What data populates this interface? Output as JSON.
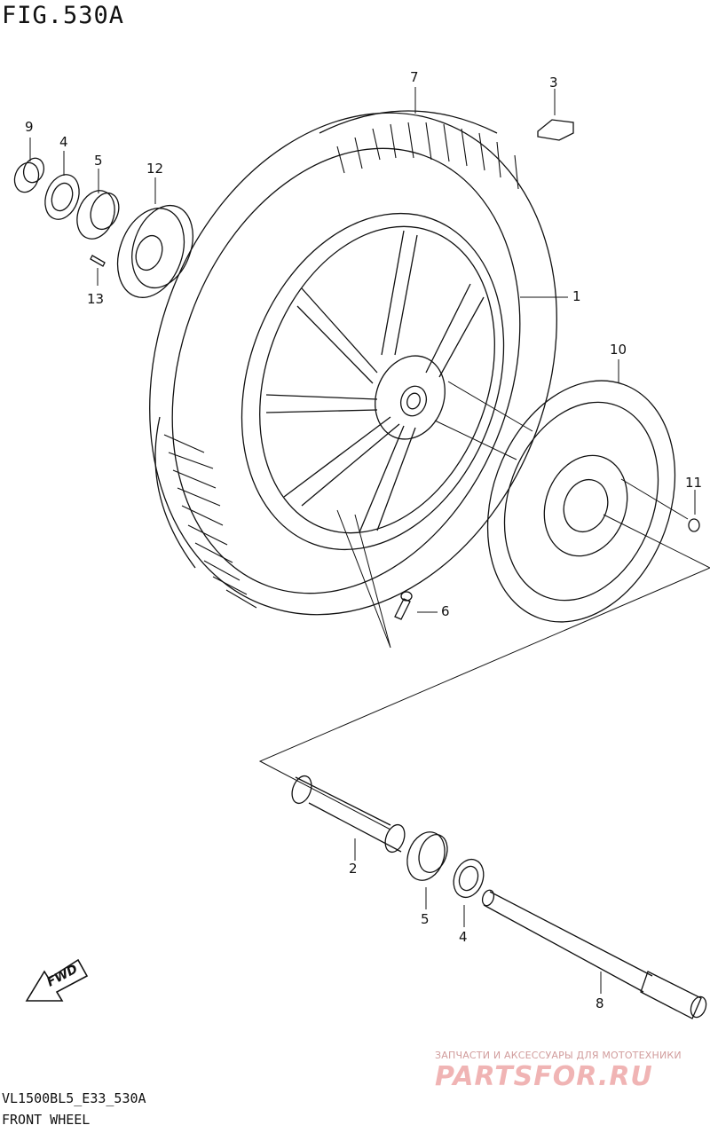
{
  "figure": {
    "title": "FIG.530A"
  },
  "callouts": {
    "p1": "1",
    "p2": "2",
    "p3": "3",
    "p4a": "4",
    "p4b": "4",
    "p5a": "5",
    "p5b": "5",
    "p6": "6",
    "p7": "7",
    "p8": "8",
    "p9": "9",
    "p10": "10",
    "p11": "11",
    "p12": "12",
    "p13": "13"
  },
  "fwd_badge": "FWD",
  "footer": {
    "model_code": "VL1500BL5_E33_530A",
    "section_name": "FRONT WHEEL"
  },
  "watermark": {
    "tagline": "ЗАПЧАСТИ И АКСЕССУАРЫ ДЛЯ МОТОТЕХНИКИ",
    "logo_text": "PARTSFOR.RU"
  },
  "colors": {
    "line": "#111111",
    "background": "#ffffff",
    "watermark": "#f0b4b4"
  }
}
